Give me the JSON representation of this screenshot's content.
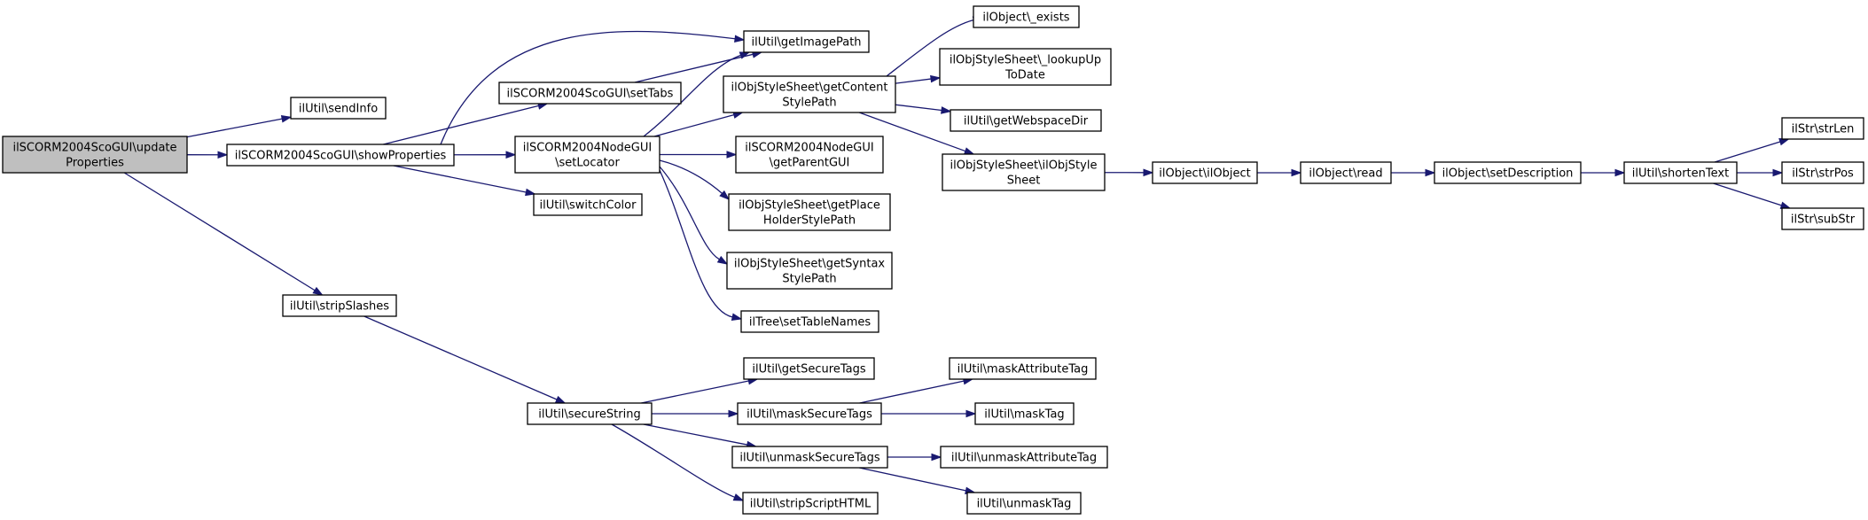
{
  "diagram": {
    "type": "call-graph",
    "colors": {
      "edge": "#191970",
      "root_fill": "#bfbfbf",
      "node_fill": "#ffffff",
      "node_border": "#000000"
    },
    "nodes": [
      {
        "id": "root",
        "lines": [
          "ilSCORM2004ScoGUI\\update",
          "Properties"
        ],
        "root": true
      },
      {
        "id": "sendInfo",
        "lines": [
          "ilUtil\\sendInfo"
        ]
      },
      {
        "id": "showProps",
        "lines": [
          "ilSCORM2004ScoGUI\\showProperties"
        ]
      },
      {
        "id": "stripSlashes",
        "lines": [
          "ilUtil\\stripSlashes"
        ]
      },
      {
        "id": "getImagePath",
        "lines": [
          "ilUtil\\getImagePath"
        ]
      },
      {
        "id": "setTabs",
        "lines": [
          "ilSCORM2004ScoGUI\\setTabs"
        ]
      },
      {
        "id": "setLocator",
        "lines": [
          "ilSCORM2004NodeGUI",
          "\\setLocator"
        ]
      },
      {
        "id": "switchColor",
        "lines": [
          "ilUtil\\switchColor"
        ]
      },
      {
        "id": "getContentStylePath",
        "lines": [
          "ilObjStyleSheet\\getContent",
          "StylePath"
        ]
      },
      {
        "id": "getParentGUI",
        "lines": [
          "ilSCORM2004NodeGUI",
          "\\getParentGUI"
        ]
      },
      {
        "id": "getPlaceHolder",
        "lines": [
          "ilObjStyleSheet\\getPlace",
          "HolderStylePath"
        ]
      },
      {
        "id": "getSyntax",
        "lines": [
          "ilObjStyleSheet\\getSyntax",
          "StylePath"
        ]
      },
      {
        "id": "setTableNames",
        "lines": [
          "ilTree\\setTableNames"
        ]
      },
      {
        "id": "exists",
        "lines": [
          "ilObject\\_exists"
        ]
      },
      {
        "id": "lookUp",
        "lines": [
          "ilObjStyleSheet\\_lookupUp",
          "ToDate"
        ]
      },
      {
        "id": "getWebspaceDir",
        "lines": [
          "ilUtil\\getWebspaceDir"
        ]
      },
      {
        "id": "ilObjStyleSheetCtor",
        "lines": [
          "ilObjStyleSheet\\ilObjStyle",
          "Sheet"
        ]
      },
      {
        "id": "ilObjectCtor",
        "lines": [
          "ilObject\\ilObject"
        ]
      },
      {
        "id": "read",
        "lines": [
          "ilObject\\read"
        ]
      },
      {
        "id": "setDescription",
        "lines": [
          "ilObject\\setDescription"
        ]
      },
      {
        "id": "shortenText",
        "lines": [
          "ilUtil\\shortenText"
        ]
      },
      {
        "id": "strLen",
        "lines": [
          "ilStr\\strLen"
        ]
      },
      {
        "id": "strPos",
        "lines": [
          "ilStr\\strPos"
        ]
      },
      {
        "id": "subStr",
        "lines": [
          "ilStr\\subStr"
        ]
      },
      {
        "id": "secureString",
        "lines": [
          "ilUtil\\secureString"
        ]
      },
      {
        "id": "getSecureTags",
        "lines": [
          "ilUtil\\getSecureTags"
        ]
      },
      {
        "id": "maskSecureTags",
        "lines": [
          "ilUtil\\maskSecureTags"
        ]
      },
      {
        "id": "unmaskSecureTags",
        "lines": [
          "ilUtil\\unmaskSecureTags"
        ]
      },
      {
        "id": "stripScriptHTML",
        "lines": [
          "ilUtil\\stripScriptHTML"
        ]
      },
      {
        "id": "maskAttributeTag",
        "lines": [
          "ilUtil\\maskAttributeTag"
        ]
      },
      {
        "id": "maskTag",
        "lines": [
          "ilUtil\\maskTag"
        ]
      },
      {
        "id": "unmaskAttributeTag",
        "lines": [
          "ilUtil\\unmaskAttributeTag"
        ]
      },
      {
        "id": "unmaskTag",
        "lines": [
          "ilUtil\\unmaskTag"
        ]
      }
    ],
    "edges": [
      [
        "root",
        "sendInfo"
      ],
      [
        "root",
        "showProps"
      ],
      [
        "root",
        "stripSlashes"
      ],
      [
        "showProps",
        "getImagePath"
      ],
      [
        "showProps",
        "setTabs"
      ],
      [
        "showProps",
        "setLocator"
      ],
      [
        "showProps",
        "switchColor"
      ],
      [
        "setTabs",
        "getImagePath"
      ],
      [
        "setLocator",
        "getImagePath"
      ],
      [
        "setLocator",
        "getContentStylePath"
      ],
      [
        "setLocator",
        "getParentGUI"
      ],
      [
        "setLocator",
        "getPlaceHolder"
      ],
      [
        "setLocator",
        "getSyntax"
      ],
      [
        "setLocator",
        "setTableNames"
      ],
      [
        "getContentStylePath",
        "exists"
      ],
      [
        "getContentStylePath",
        "lookUp"
      ],
      [
        "getContentStylePath",
        "getWebspaceDir"
      ],
      [
        "getContentStylePath",
        "ilObjStyleSheetCtor"
      ],
      [
        "ilObjStyleSheetCtor",
        "ilObjectCtor"
      ],
      [
        "ilObjectCtor",
        "read"
      ],
      [
        "read",
        "setDescription"
      ],
      [
        "setDescription",
        "shortenText"
      ],
      [
        "shortenText",
        "strLen"
      ],
      [
        "shortenText",
        "strPos"
      ],
      [
        "shortenText",
        "subStr"
      ],
      [
        "stripSlashes",
        "secureString"
      ],
      [
        "secureString",
        "getSecureTags"
      ],
      [
        "secureString",
        "maskSecureTags"
      ],
      [
        "secureString",
        "unmaskSecureTags"
      ],
      [
        "secureString",
        "stripScriptHTML"
      ],
      [
        "maskSecureTags",
        "maskAttributeTag"
      ],
      [
        "maskSecureTags",
        "maskTag"
      ],
      [
        "unmaskSecureTags",
        "unmaskAttributeTag"
      ],
      [
        "unmaskSecureTags",
        "unmaskTag"
      ]
    ]
  }
}
